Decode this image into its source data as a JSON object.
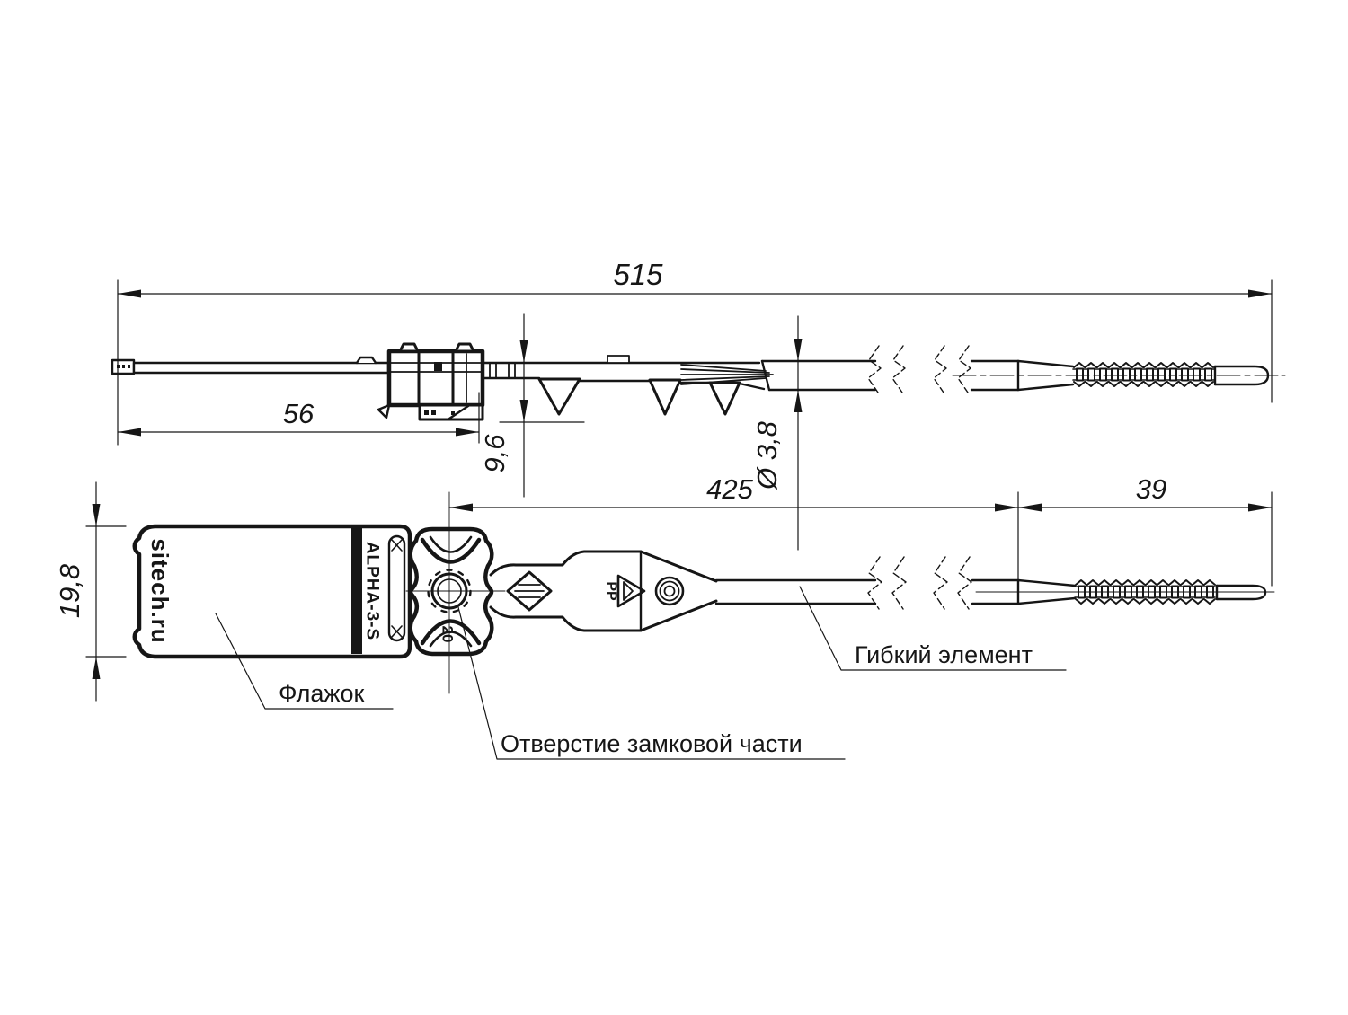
{
  "drawing": {
    "dims": {
      "total_length": "515",
      "lock_length": "56",
      "lock_height": "9,6",
      "strap_diameter": "Ø 3,8",
      "strap_length": "425",
      "tail_length": "39",
      "flag_width": "19,8"
    },
    "labels": {
      "flag": "Флажок",
      "lock_hole": "Отверстие замковой части",
      "flexible_element": "Гибкий элемент"
    },
    "markings": {
      "brand": "sitech.ru",
      "model": "ALPHA-3-S",
      "size_mark": "20",
      "material": "PP"
    },
    "colors": {
      "ink": "#161616",
      "background": "#ffffff"
    }
  }
}
